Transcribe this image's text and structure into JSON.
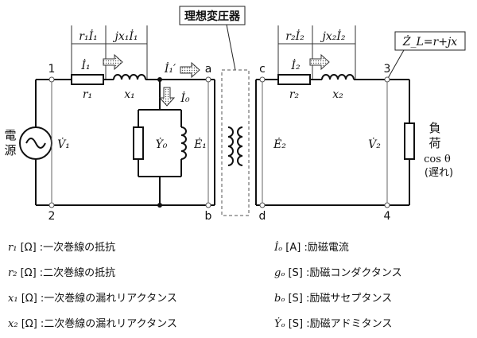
{
  "circuit": {
    "transformer_box_label": "理想変圧器",
    "dim_r1I1": "r₁İ₁",
    "dim_jx1I1": "jx₁İ₁",
    "dim_r2I2": "r₂İ₂",
    "dim_jx2I2": "jx₂İ₂",
    "load_impedance": "Ż_L=r+jx",
    "node_1": "1",
    "node_2": "2",
    "node_3": "3",
    "node_4": "4",
    "node_a": "a",
    "node_b": "b",
    "node_c": "c",
    "node_d": "d",
    "current_I1": "İ₁",
    "current_I1p": "İ₁′",
    "current_I0": "İ₀",
    "current_I2": "İ₂",
    "r1": "r₁",
    "x1": "x₁",
    "r2": "r₂",
    "x2": "x₂",
    "Y0": "Ẏ₀",
    "E1": "Ė₁",
    "E2": "Ė₂",
    "V1": "V̇₁",
    "V2": "V̇₂",
    "source_char1": "電",
    "source_char2": "源",
    "load_char1": "負",
    "load_char2": "荷",
    "load_pf": "cos θ",
    "load_lag": "(遅れ)"
  },
  "legend": [
    {
      "symbol": "r₁",
      "unit": "[Ω]",
      "desc": ":一次巻線の抵抗"
    },
    {
      "symbol": "r₂",
      "unit": "[Ω]",
      "desc": ":二次巻線の抵抗"
    },
    {
      "symbol": "x₁",
      "unit": "[Ω]",
      "desc": ":一次巻線の漏れリアクタンス"
    },
    {
      "symbol": "x₂",
      "unit": "[Ω]",
      "desc": ":二次巻線の漏れリアクタンス"
    },
    {
      "symbol": "İₒ",
      "unit": "[A]",
      "desc": ":励磁電流"
    },
    {
      "symbol": "gₒ",
      "unit": "[S]",
      "desc": ":励磁コンダクタンス"
    },
    {
      "symbol": "bₒ",
      "unit": "[S]",
      "desc": ":励磁サセプタンス"
    },
    {
      "symbol": "Ẏₒ",
      "unit": "[S]",
      "desc": ":励磁アドミタンス"
    }
  ]
}
